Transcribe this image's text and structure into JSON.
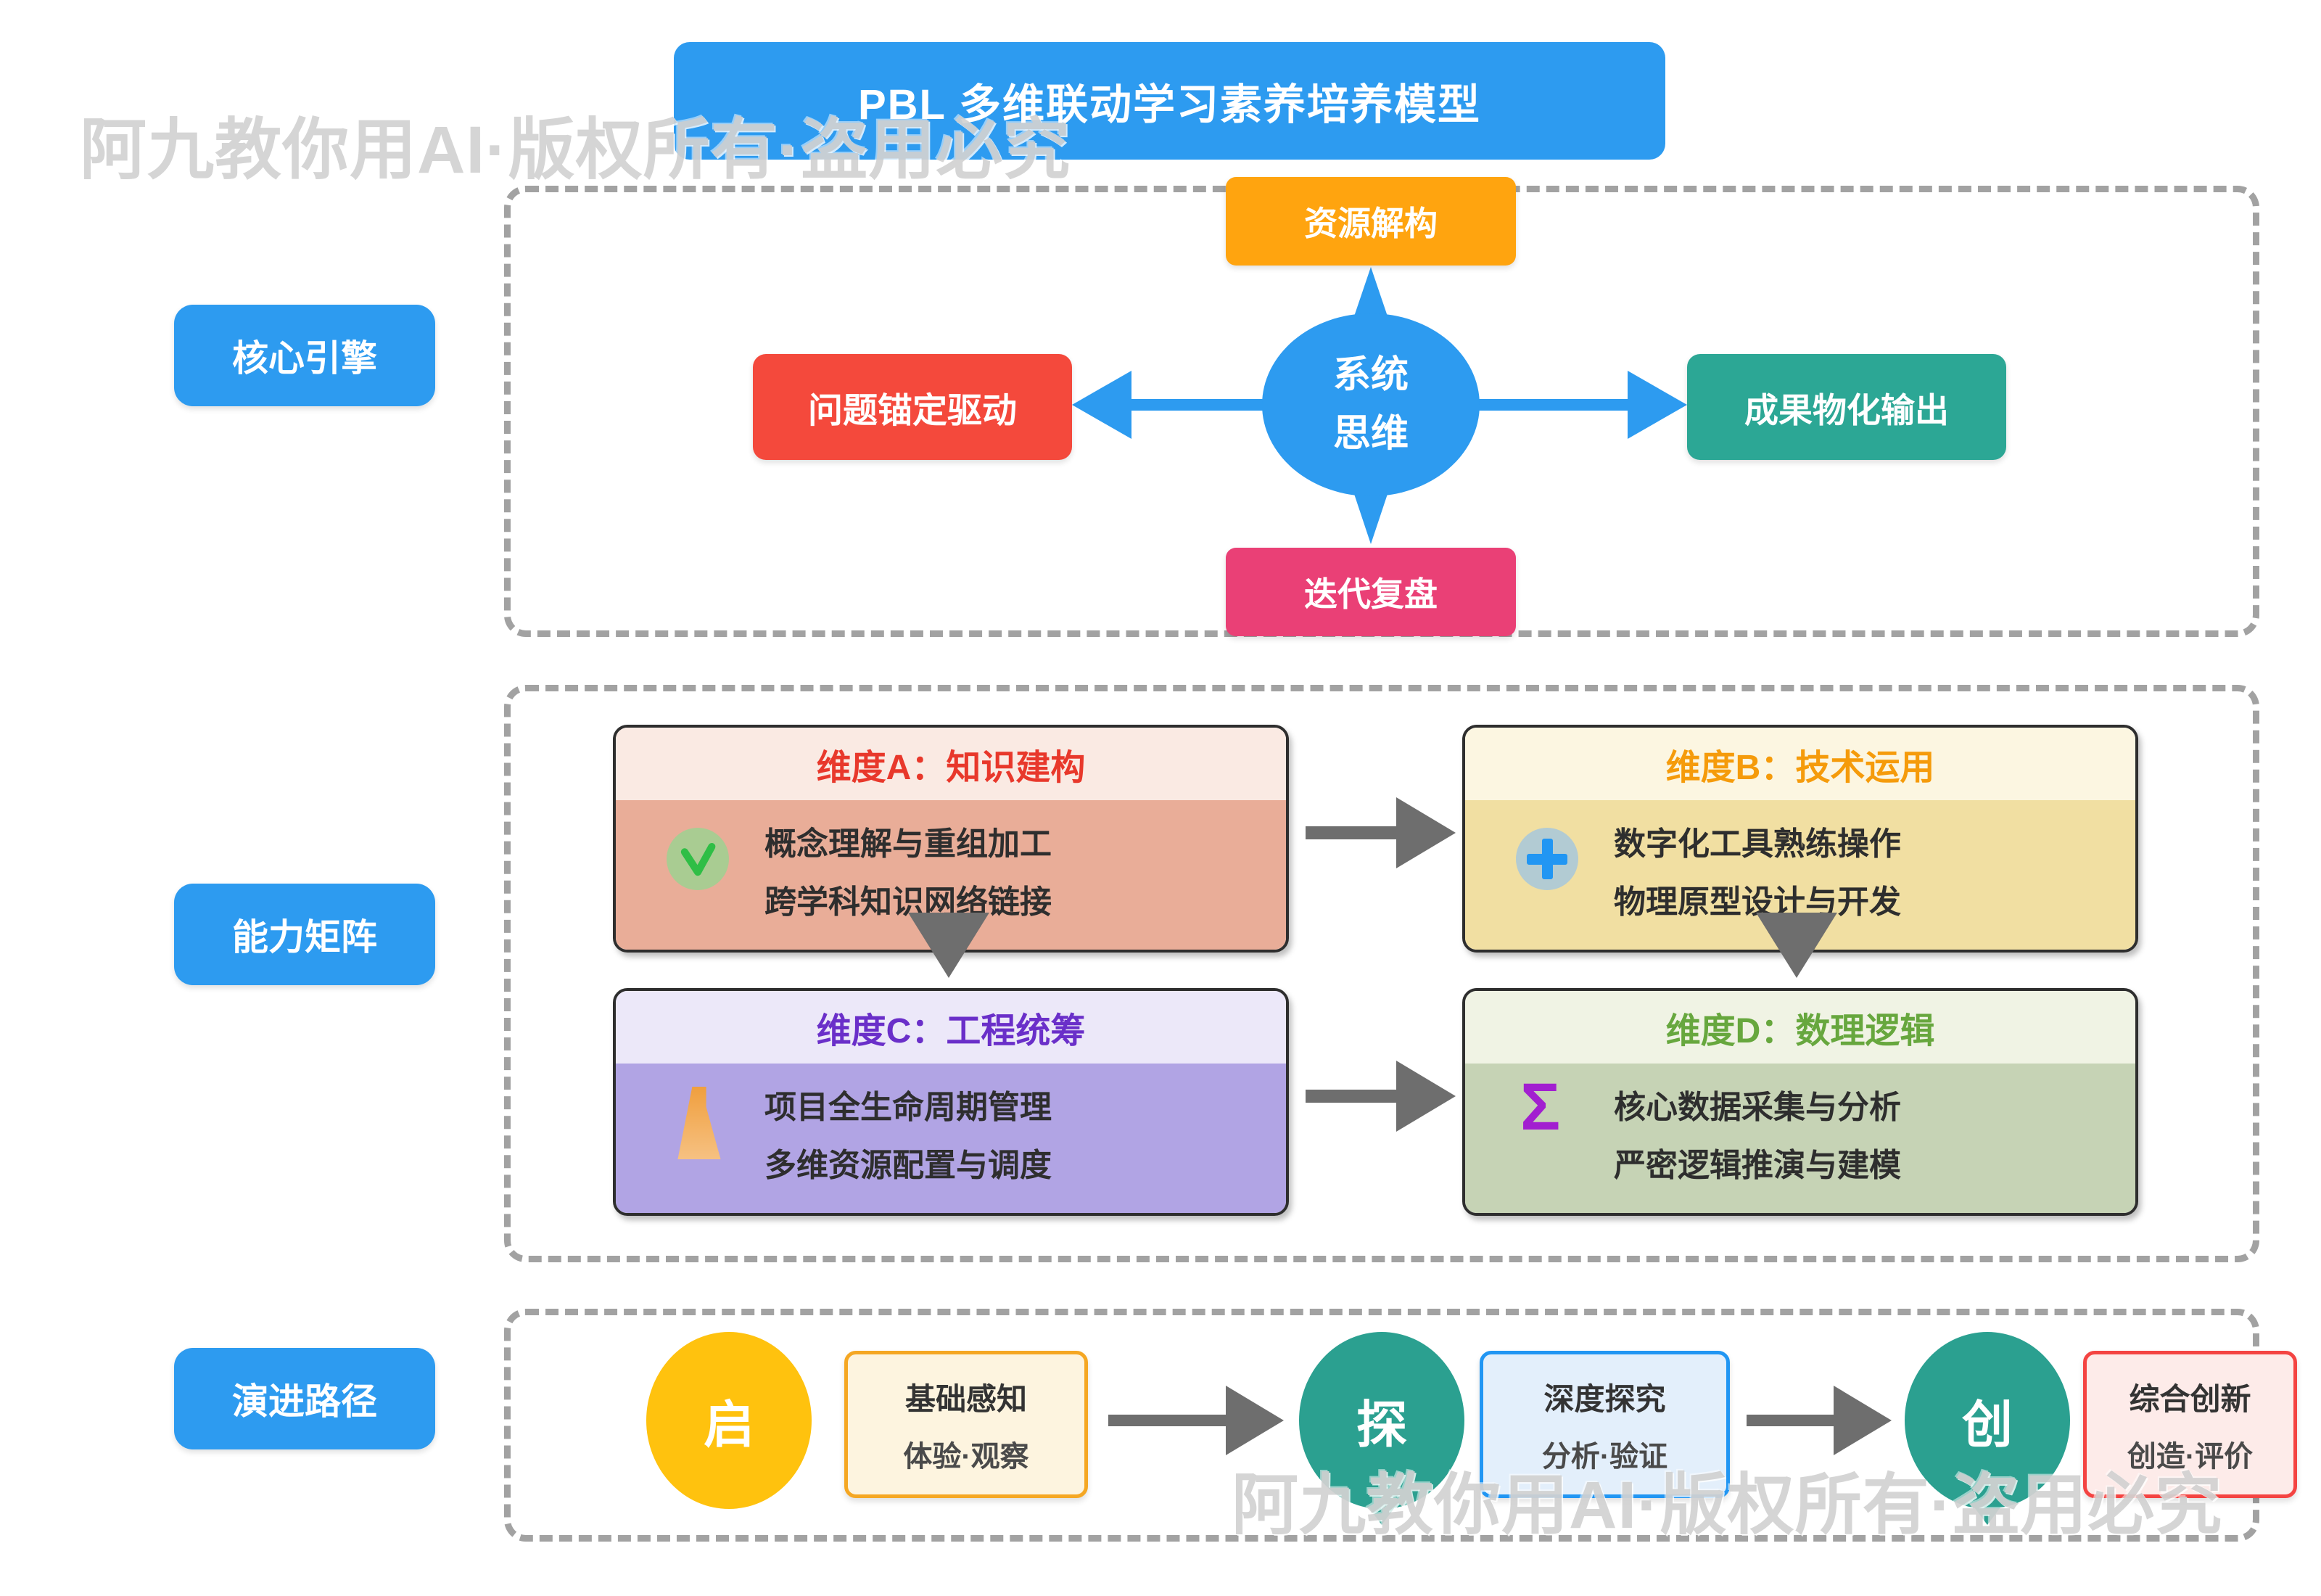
{
  "watermark": "阿九教你用AI·版权所有·盗用必究",
  "title": "PBL 多维联动学习素养培养模型",
  "core": {
    "label": "核心引擎",
    "center_line1": "系统",
    "center_line2": "思维",
    "top": "资源解构",
    "left": "问题锚定驱动",
    "right": "成果物化输出",
    "bottom": "迭代复盘"
  },
  "matrix": {
    "label": "能力矩阵",
    "cards": [
      {
        "title": "维度A：知识建构",
        "line1": "概念理解与重组加工",
        "line2": "跨学科知识网络链接"
      },
      {
        "title": "维度B：技术运用",
        "line1": "数字化工具熟练操作",
        "line2": "物理原型设计与开发"
      },
      {
        "title": "维度C：工程统筹",
        "line1": "项目全生命周期管理",
        "line2": "多维资源配置与调度"
      },
      {
        "title": "维度D：数理逻辑",
        "line1": "核心数据采集与分析",
        "line2": "严密逻辑推演与建模"
      }
    ]
  },
  "path": {
    "label": "演进路径",
    "stages": [
      {
        "circle": "启",
        "title": "基础感知",
        "sub": "体验·观察"
      },
      {
        "circle": "探",
        "title": "深度探究",
        "sub": "分析·验证"
      },
      {
        "circle": "创",
        "title": "综合创新",
        "sub": "创造·评价"
      }
    ]
  },
  "icons": {
    "sigma": "Σ"
  },
  "colors": {
    "blue": "#2D9BF0",
    "orange": "#FFA40F",
    "red": "#F4493C",
    "teal": "#2CA795",
    "pink": "#EA4076",
    "yellow": "#FFC20E",
    "teal_circle": "#2BA090",
    "arrow_gray": "#6E6E6E",
    "dash_gray": "#A2A2A2",
    "title_a_red": "#E8382B",
    "title_b_orange": "#F59B0B",
    "title_c_purple": "#6A2FC9",
    "title_d_green": "#67A73E"
  }
}
